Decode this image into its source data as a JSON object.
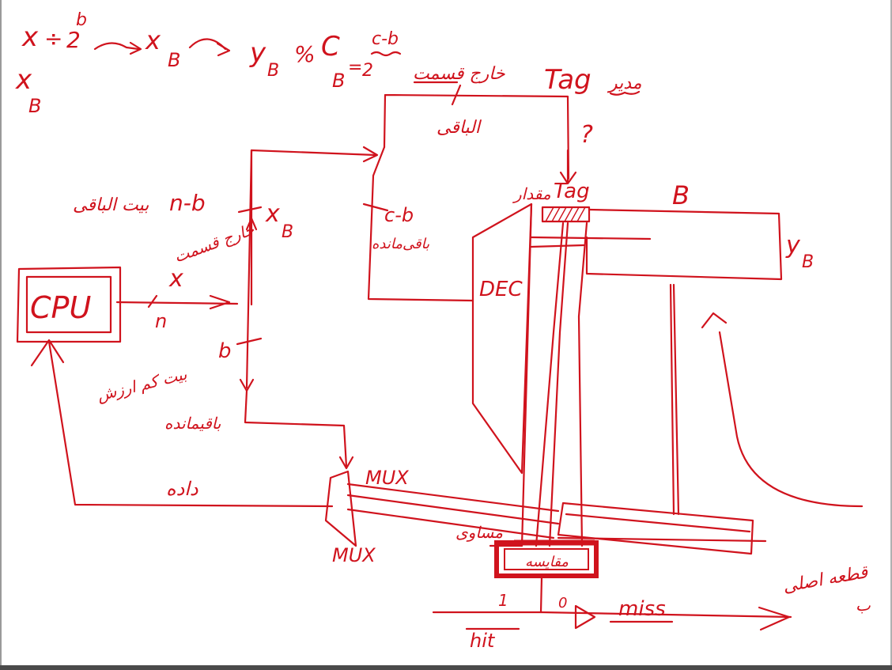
{
  "colors": {
    "ink": "#d0131d",
    "background": "#ffffff",
    "hatch": "#d0131d"
  },
  "formula": {
    "x": "x",
    "div": "÷",
    "two": "2",
    "b_exp": "b",
    "xB": "x",
    "xB_sub": "B",
    "yB": "y",
    "yB_sub": "B",
    "mod": "%",
    "C_B": "C",
    "C_B_sub": "B",
    "eq": "=",
    "two2": "2",
    "c_minus_b": "c-b"
  },
  "xB_left": {
    "x": "x",
    "sub": "B"
  },
  "labels": {
    "quotient_top": "خارج قسمت",
    "tag": "Tag",
    "tag_fa": "مدیر",
    "remainder": "الباقی",
    "question": "?",
    "tag_fa2": "مقدار",
    "tag2": "Tag",
    "B_big": "B",
    "nb": "n-b",
    "nb_fa": "بیت الباقی",
    "xB_mid": "x",
    "xB_mid_sub": "B",
    "quotient_mid": "خارج قسمت",
    "cb": "c-b",
    "cb_fa": "باقی‌مانده",
    "yB_right": "y",
    "yB_right_sub": "B",
    "x_line": "x",
    "n_line": "n",
    "cpu": "CPU",
    "dec": "DEC",
    "b_bits": "b",
    "b_bits_fa": "بیت کم ارزش",
    "remainder_low": "باقیمانده",
    "mux_top": "MUX",
    "mux_bottom": "MUX",
    "data_fa": "داده",
    "equal_fa": "مساوی",
    "comparator_fa": "مقایسه",
    "one": "1",
    "zero": "0",
    "hit": "hit",
    "miss": "miss",
    "block_fa": "قطعه اصلی",
    "block_fa2": "ب"
  }
}
